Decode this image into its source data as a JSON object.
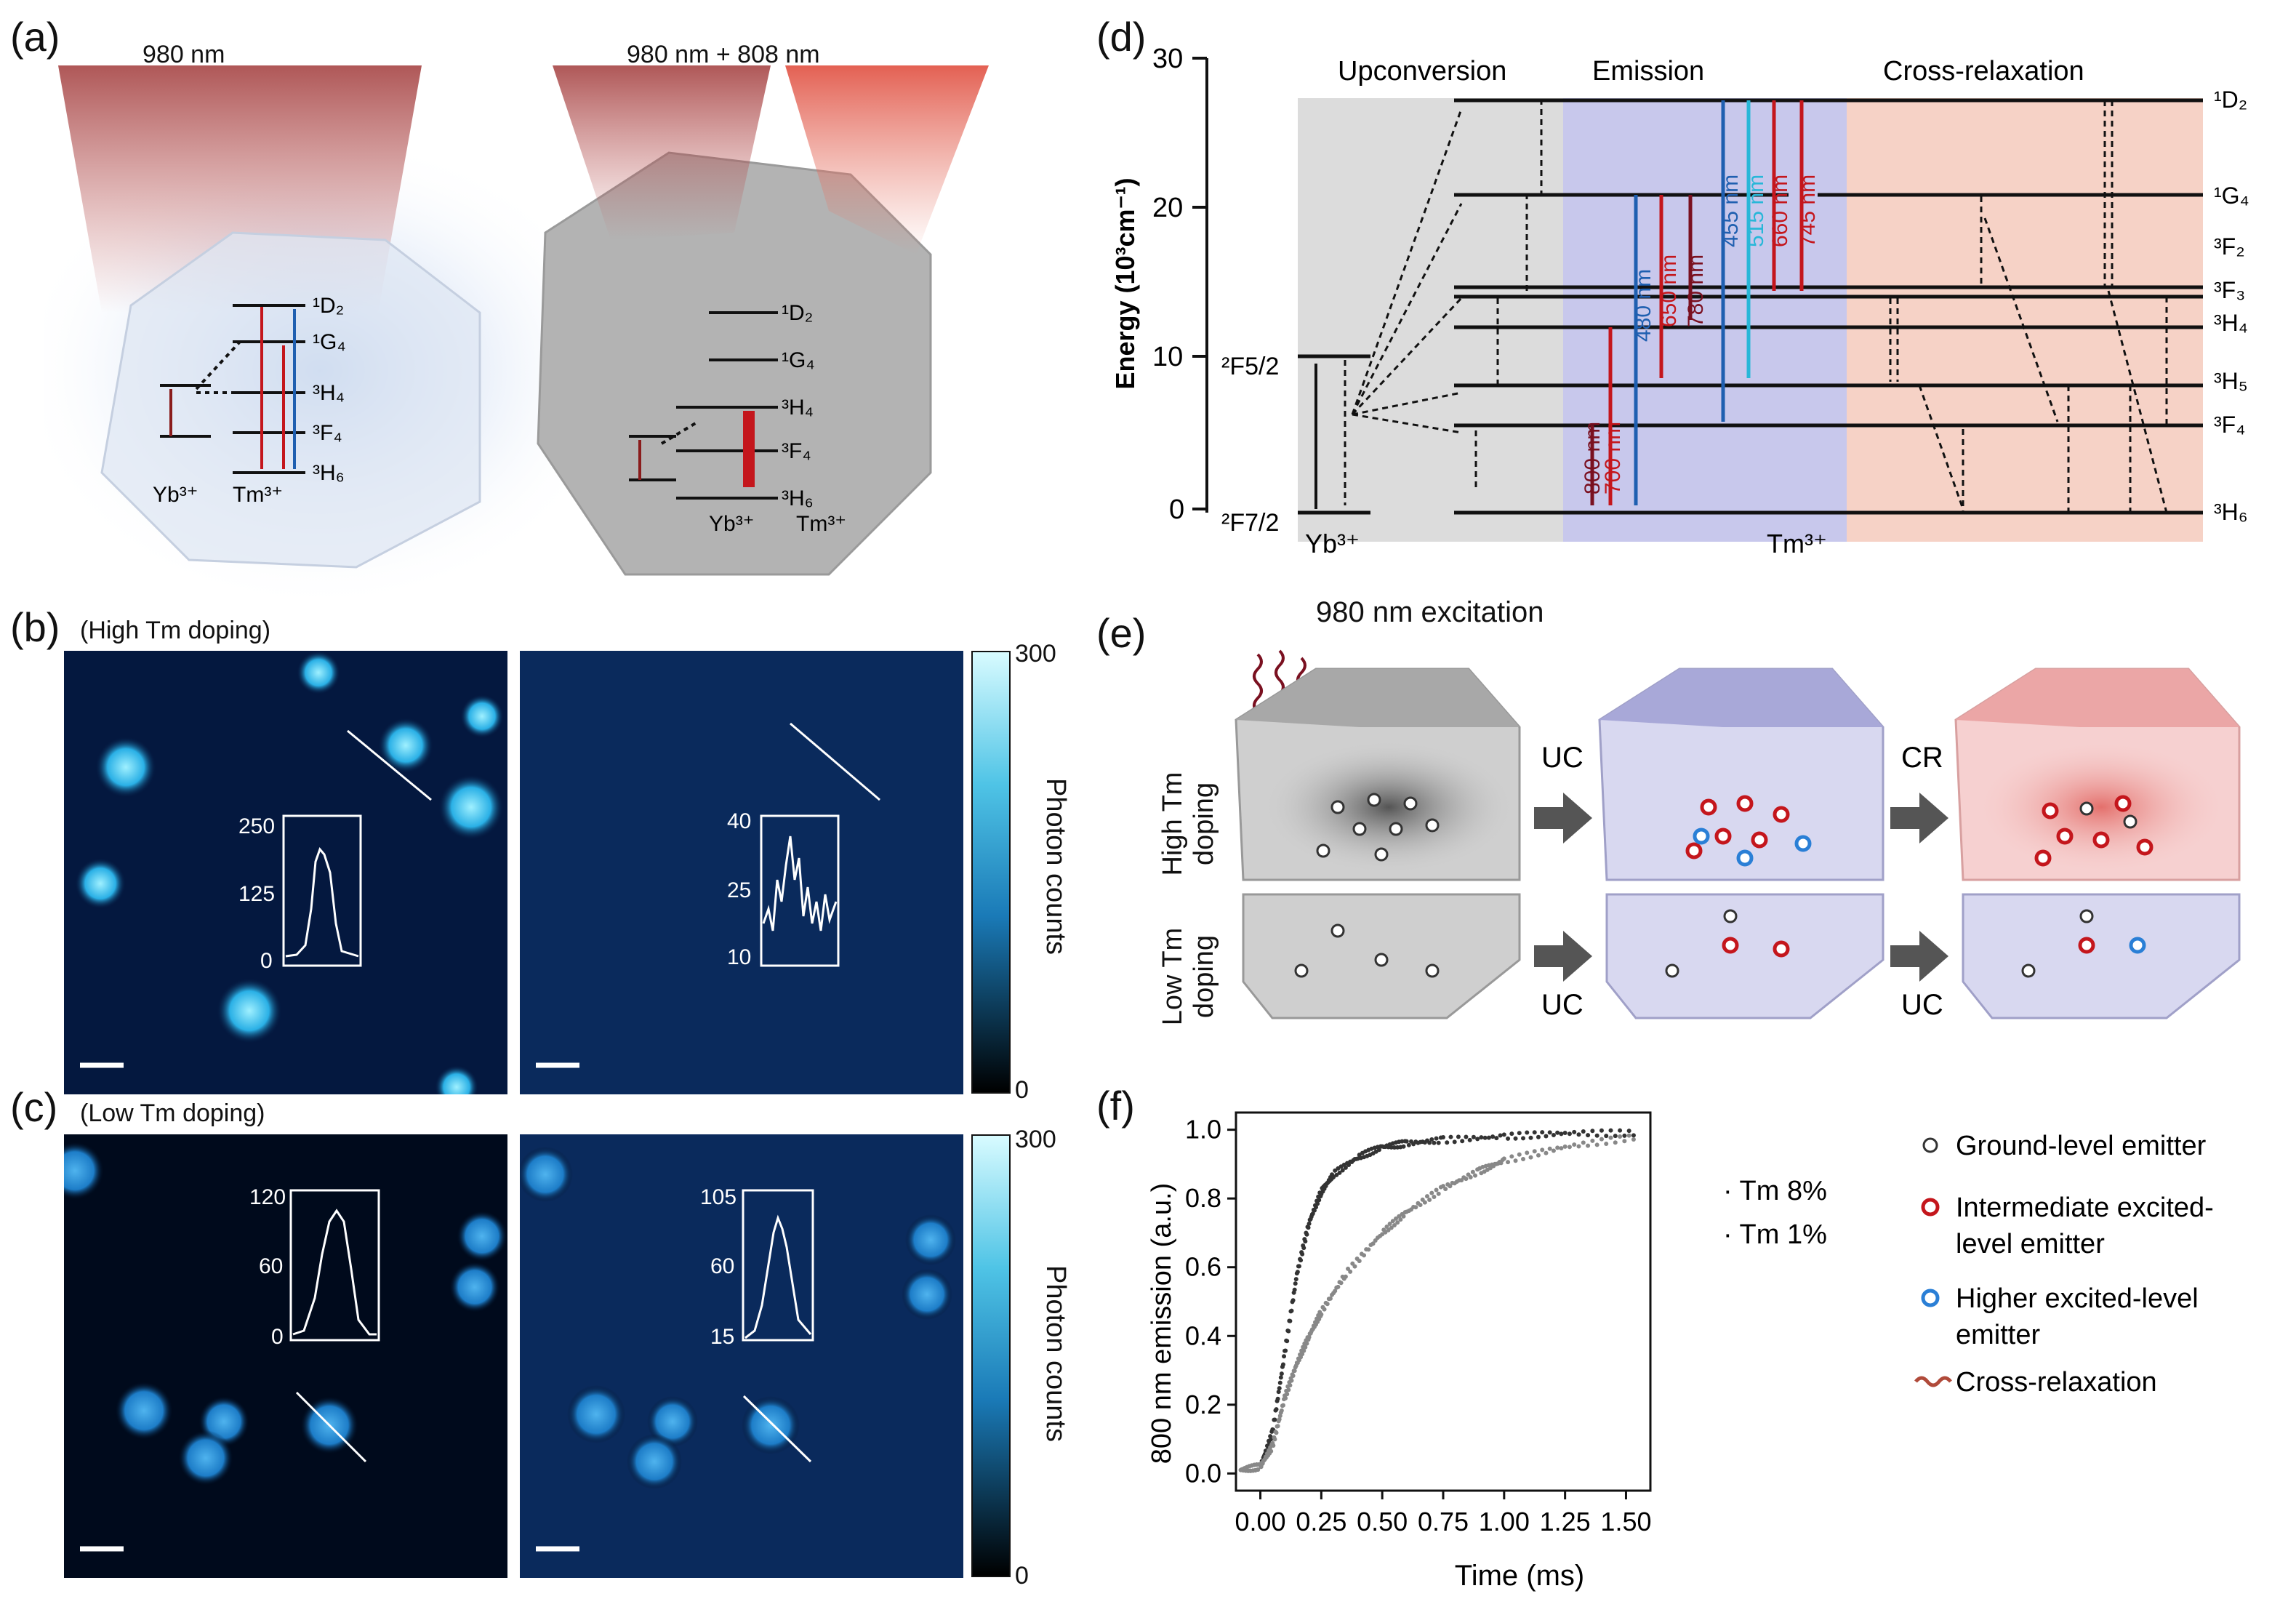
{
  "panel_labels": {
    "a": "(a)",
    "b": "(b)",
    "c": "(c)",
    "d": "(d)",
    "e": "(e)",
    "f": "(f)"
  },
  "panel_a": {
    "left_title": "980 nm",
    "right_title": "980 nm + 808 nm",
    "levels_left": [
      "1D2",
      "1G4",
      "3H4",
      "3F4",
      "3H6"
    ],
    "levels_right": [
      "1D2",
      "1G4",
      "3H4",
      "3F4",
      "3H6"
    ],
    "yb": "Yb3+",
    "tm": "Tm3+"
  },
  "panel_b": {
    "subtitle": "(High Tm doping)",
    "inset_left": {
      "ticks": [
        "250",
        "125",
        "0"
      ]
    },
    "inset_right": {
      "ticks": [
        "40",
        "25",
        "10"
      ]
    }
  },
  "panel_c": {
    "subtitle": "(Low Tm doping)",
    "inset_left": {
      "ticks": [
        "120",
        "60",
        "0"
      ]
    },
    "inset_right": {
      "ticks": [
        "105",
        "60",
        "15"
      ]
    }
  },
  "colorbar": {
    "label": "Photon counts",
    "max": "300",
    "min": "0"
  },
  "panel_d": {
    "ylabel": "Energy (10³cm⁻¹)",
    "yticks": [
      "30",
      "20",
      "10",
      "0"
    ],
    "sections": [
      "Upconversion",
      "Emission",
      "Cross-relaxation"
    ],
    "yb_levels": [
      "²F5/2",
      "²F7/2"
    ],
    "tm_levels": [
      "¹D₂",
      "¹G₄",
      "³F₂",
      "³F₃",
      "³H₄",
      "³H₅",
      "³F₄",
      "³H₆"
    ],
    "emissions": [
      "800 nm",
      "700 nm",
      "480 nm",
      "650 nm",
      "780 nm",
      "455 nm",
      "515 nm",
      "660 nm",
      "745 nm"
    ],
    "yb": "Yb³⁺",
    "tm": "Tm³⁺"
  },
  "panel_e": {
    "excitation": "980 nm excitation",
    "row_high": "High Tm doping",
    "row_low": "Low Tm doping",
    "arrow_labels": [
      "UC",
      "CR",
      "UC",
      "UC"
    ]
  },
  "panel_f": {
    "xlabel": "Time (ms)",
    "ylabel": "800 nm emission (a.u.)",
    "legend": [
      "Tm 8%",
      "Tm 1%"
    ],
    "key": [
      "Ground-level emitter",
      "Intermediate excited-level emitter",
      "Higher excited-level emitter",
      "Cross-relaxation"
    ]
  },
  "chart_data": {
    "type": "scatter",
    "title": "",
    "xlabel": "Time (ms)",
    "ylabel": "800 nm emission (a.u.)",
    "xlim": [
      -0.1,
      1.6
    ],
    "ylim": [
      -0.05,
      1.05
    ],
    "xticks": [
      "0.00",
      "0.25",
      "0.50",
      "0.75",
      "1.00",
      "1.25",
      "1.50"
    ],
    "yticks": [
      "0.0",
      "0.2",
      "0.4",
      "0.6",
      "0.8",
      "1.0"
    ],
    "series": [
      {
        "name": "Tm 8%",
        "x": [
          -0.08,
          0.0,
          0.05,
          0.1,
          0.15,
          0.2,
          0.25,
          0.3,
          0.4,
          0.5,
          0.6,
          0.75,
          1.0,
          1.25,
          1.55
        ],
        "y": [
          0.01,
          0.02,
          0.12,
          0.35,
          0.58,
          0.73,
          0.82,
          0.87,
          0.92,
          0.95,
          0.96,
          0.97,
          0.98,
          0.99,
          0.99
        ]
      },
      {
        "name": "Tm 1%",
        "x": [
          -0.08,
          0.0,
          0.05,
          0.1,
          0.15,
          0.2,
          0.25,
          0.35,
          0.5,
          0.6,
          0.75,
          0.9,
          1.0,
          1.25,
          1.55
        ],
        "y": [
          0.01,
          0.02,
          0.08,
          0.22,
          0.32,
          0.4,
          0.47,
          0.58,
          0.7,
          0.76,
          0.83,
          0.88,
          0.91,
          0.95,
          0.98
        ]
      }
    ]
  }
}
